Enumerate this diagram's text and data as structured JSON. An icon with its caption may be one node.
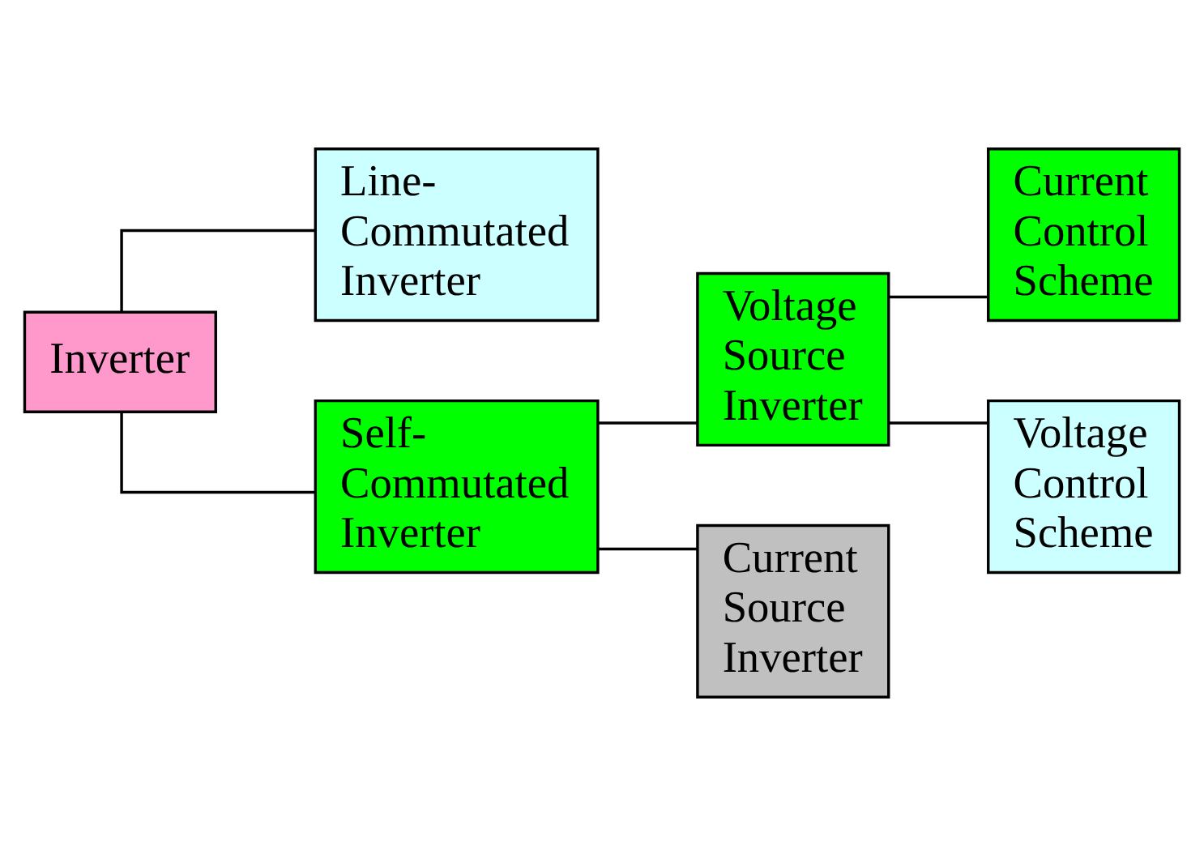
{
  "diagram": {
    "nodes": [
      {
        "text": [
          "Inverter"
        ]
      },
      {
        "text": [
          "Line- Commutated Inverter"
        ]
      },
      {
        "text": [
          "Self- Commutated Inverter"
        ]
      },
      {
        "text": [
          "Voltage Source Inverter"
        ]
      },
      {
        "text": [
          "Current Control Scheme"
        ]
      },
      {
        "text": [
          "Voltage Control Scheme"
        ]
      },
      {
        "text": [
          "Current Source Inverter"
        ]
      }
    ],
    "edges": [
      {
        "from": 0,
        "to": 1,
        "arrow": "none"
      },
      {
        "from": 0,
        "to": 2,
        "arrow": "none"
      },
      {
        "from": 2,
        "to": 3,
        "arrow": "none"
      },
      {
        "from": 2,
        "to": 6,
        "arrow": "none"
      },
      {
        "from": 3,
        "to": 4,
        "arrow": "none"
      },
      {
        "from": 3,
        "to": 5,
        "arrow": "none"
      }
    ]
  }
}
